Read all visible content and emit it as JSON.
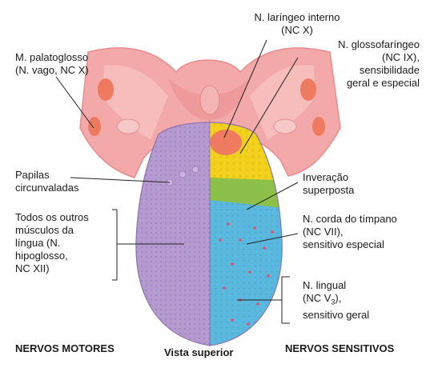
{
  "labels": {
    "palatoglossus": "M. palatoglosso\n(N. vago, NC X)",
    "internal_laryngeal": "N. laríngeo interno\n(NC X)",
    "glossopharyngeal": "N. glossofaríngeo\n(NC IX),\nsensibilidade\ngeral e especial",
    "vallate_papillae": "Papilas\ncircunvaladas",
    "overlap": "Inveração\nsuperposta",
    "other_muscles": "Todos os outros\nmúsculos da\nlíngua (N.\nhipoglosso,\nNC XII)",
    "chorda_tympani": "N. corda do tímpano\n(NC VII),\nsensitivo especial",
    "lingual_line1": "N. lingual",
    "lingual_line2_pre": "(NC V",
    "lingual_line2_sub": "3",
    "lingual_line2_post": "),",
    "lingual_line3": "sensitivo geral"
  },
  "captions": {
    "motor": "NERVOS MOTORES",
    "view": "Vista superior",
    "sensory": "NERVOS SENSITIVOS"
  },
  "colors": {
    "pharynx": "#f3a9a9",
    "pharynx_dark": "#e98c8c",
    "tonsil": "#ee7a5f",
    "motor_purple": "#b59ad0",
    "cn_ix_yellow": "#f2d21e",
    "overlap_green": "#8cc04a",
    "chorda_blue": "#5ab8de",
    "lingual_dots": "#e0506e",
    "leader_line": "#222222"
  }
}
